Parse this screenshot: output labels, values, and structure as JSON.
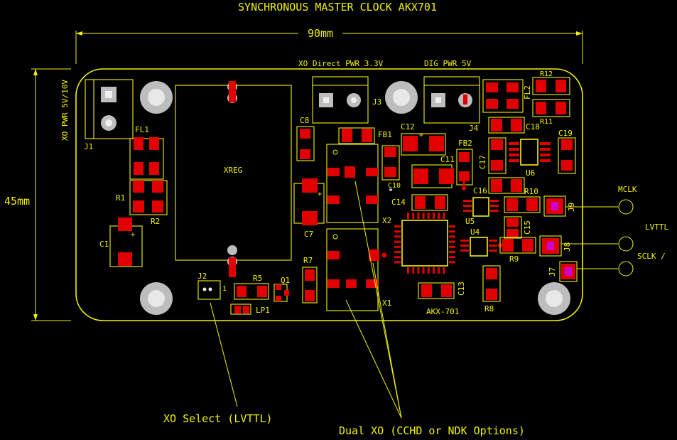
{
  "title": "SYNCHRONOUS MASTER CLOCK AKX701",
  "dimensions": {
    "width_label": "90mm",
    "height_label": "45mm"
  },
  "board_labels": {
    "xo_pwr": "XO PWR 5V/10V",
    "xo_direct_pwr": "XO Direct PWR 3.3V",
    "dig_pwr": "DIG PWR 5V",
    "xreg": "XREG",
    "akx": "AKX-701",
    "j2_pin": "1"
  },
  "designators": {
    "J1": "J1",
    "FL1": "FL1",
    "R1": "R1",
    "R2": "R2",
    "C1": "C1",
    "J2": "J2",
    "R5": "R5",
    "Q1": "Q1",
    "LP1": "LP1",
    "C8": "C8",
    "C7": "C7",
    "R7": "R7",
    "J3": "J3",
    "FB1": "FB1",
    "X2": "X2",
    "X1": "X1",
    "C10": "C10",
    "C14": "C14",
    "C12": "C12",
    "C11": "C11",
    "FB2": "FB2",
    "J4": "J4",
    "C13": "C13",
    "R12": "R12",
    "FL2": "FL2",
    "R11": "R11",
    "C18": "C18",
    "C19": "C19",
    "C17": "C17",
    "U6": "U6",
    "C16": "C16",
    "R10": "R10",
    "U5": "U5",
    "U4": "U4",
    "C15": "C15",
    "R9": "R9",
    "R8": "R8",
    "J9": "J9",
    "J8": "J8",
    "J7": "J7"
  },
  "signals": {
    "mclk": "MCLK",
    "lvttl": "LVTTL",
    "sclk": "SCLK /"
  },
  "callouts": {
    "xo_select": "XO Select (LVTTL)",
    "dual_xo": "Dual XO (CCHD or NDK Options)"
  },
  "colors": {
    "silkscreen": "#f2f200",
    "pad": "#e00000",
    "background": "#000000",
    "via": "#bdbdbd",
    "connector_pad": "#d000d0"
  }
}
